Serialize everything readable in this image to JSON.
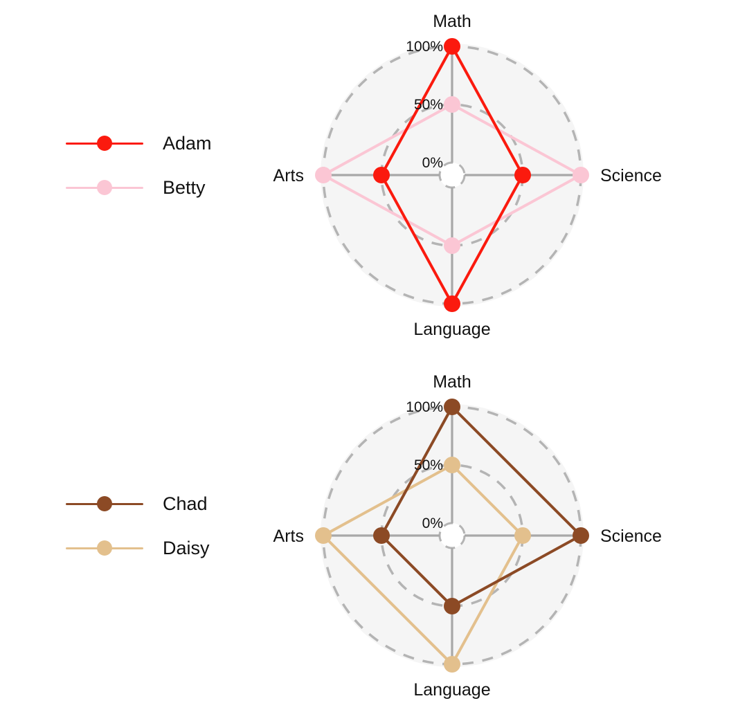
{
  "chart_data": [
    {
      "type": "radar",
      "panel": "top",
      "title": "",
      "categories": [
        "Math",
        "Science",
        "Language",
        "Arts"
      ],
      "tick_labels": [
        "0%",
        "50%",
        "100%"
      ],
      "tick_values": [
        0,
        50,
        100
      ],
      "rlim": [
        0,
        100
      ],
      "grid": true,
      "legend_position": "left",
      "series": [
        {
          "name": "Adam",
          "color": "#fb1a0e",
          "values": [
            100,
            50,
            100,
            50
          ]
        },
        {
          "name": "Betty",
          "color": "#fbc6d4",
          "values": [
            50,
            100,
            50,
            100
          ]
        }
      ]
    },
    {
      "type": "radar",
      "panel": "bottom",
      "title": "",
      "categories": [
        "Math",
        "Science",
        "Language",
        "Arts"
      ],
      "tick_labels": [
        "0%",
        "50%",
        "100%"
      ],
      "tick_values": [
        0,
        50,
        100
      ],
      "rlim": [
        0,
        100
      ],
      "grid": true,
      "legend_position": "left",
      "series": [
        {
          "name": "Chad",
          "color": "#8c4a25",
          "values": [
            100,
            100,
            50,
            50
          ]
        },
        {
          "name": "Daisy",
          "color": "#e3c08d",
          "values": [
            50,
            50,
            100,
            100
          ]
        }
      ]
    }
  ],
  "top": {
    "legend": {
      "rows": [
        {
          "label": "Adam",
          "color": "#fb1a0e"
        },
        {
          "label": "Betty",
          "color": "#fbc6d4"
        }
      ]
    },
    "axes": {
      "math": "Math",
      "science": "Science",
      "language": "Language",
      "arts": "Arts"
    },
    "ticks": {
      "zero": "0%",
      "half": "50%",
      "full": "100%"
    }
  },
  "bottom": {
    "legend": {
      "rows": [
        {
          "label": "Chad",
          "color": "#8c4a25"
        },
        {
          "label": "Daisy",
          "color": "#e3c08d"
        }
      ]
    },
    "axes": {
      "math": "Math",
      "science": "Science",
      "language": "Language",
      "arts": "Arts"
    },
    "ticks": {
      "zero": "0%",
      "half": "50%",
      "full": "100%"
    }
  },
  "colors": {
    "disk_fill": "#f5f5f5",
    "grid_line": "#a8a8a8",
    "ring_dash": "#b4b4b4",
    "text": "#111111"
  }
}
